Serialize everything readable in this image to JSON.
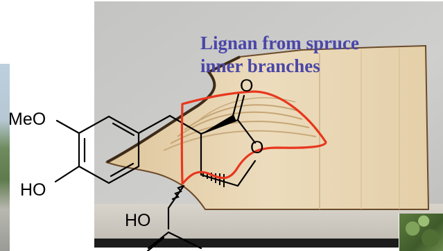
{
  "title": {
    "line1": "Lignan from spruce",
    "line2": "inner branches"
  },
  "structure_labels": {
    "methoxy": "MeO",
    "hydroxyl_left": "HO",
    "hydroxyl_bottom": "HO",
    "carbonyl_oxygen": "O",
    "ring_oxygen": "O"
  },
  "colors": {
    "title_text": "#4a46a8",
    "highlight_outline": "#e8371e",
    "bond_lines": "#000000",
    "wood_light": "#ead9b8",
    "wood_dark": "#b9955f",
    "background_wall": "#c9c9c7"
  }
}
